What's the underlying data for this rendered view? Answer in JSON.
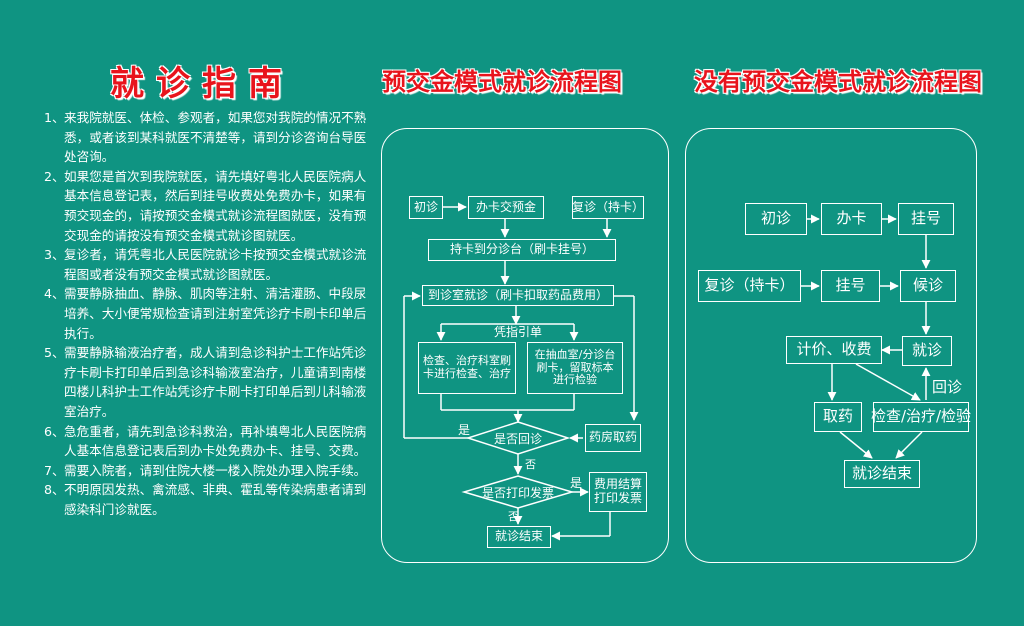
{
  "titles": {
    "guide": "就诊指南",
    "flow_prepaid": "预交金模式就诊流程图",
    "flow_no_prepaid": "没有预交金模式就诊流程图"
  },
  "guide_items": [
    {
      "num": "1、",
      "text": "来我院就医、体检、参观者，如果您对我院的情况不熟悉，或者该到某科就医不清楚等，请到分诊咨询台导医处咨询。"
    },
    {
      "num": "2、",
      "text": "如果您是首次到我院就医，请先填好粤北人民医院病人基本信息登记表，然后到挂号收费处免费办卡，如果有预交现金的，请按预交金模式就诊流程图就医，没有预交现金的请按没有预交金模式就诊图就医。"
    },
    {
      "num": "3、",
      "text": "复诊者，请凭粤北人民医院就诊卡按预交金模式就诊流程图或者没有预交金模式就诊图就医。"
    },
    {
      "num": "4、",
      "text": "需要静脉抽血、静脉、肌肉等注射、清洁灌肠、中段尿培养、大小便常规检查请到注射室凭诊疗卡刷卡印单后执行。"
    },
    {
      "num": "5、",
      "text": "需要静脉输液治疗者，成人请到急诊科护士工作站凭诊疗卡刷卡打印单后到急诊科输液室治疗，儿童请到南楼四楼儿科护士工作站凭诊疗卡刷卡打印单后到儿科输液室治疗。"
    },
    {
      "num": "6、",
      "text": "急危重者，请先到急诊科救治，再补填粤北人民医院病人基本信息登记表后到办卡处免费办卡、挂号、交费。"
    },
    {
      "num": "7、",
      "text": "需要入院者，请到住院大楼一楼入院处办理入院手续。"
    },
    {
      "num": "8、",
      "text": "不明原因发热、禽流感、非典、霍乱等传染病患者请到感染科门诊就医。"
    }
  ],
  "flow_prepaid": {
    "first_visit": "初诊",
    "prepay": "办卡交预金",
    "revisit": "复诊（持卡）",
    "triage": "持卡到分诊台（刷卡挂号）",
    "consult": "到诊室就诊（刷卡扣取药品费用）",
    "by_slip": "凭指引单",
    "exam": "检查、治疗科室刷卡进行检查、治疗",
    "lab": "在抽血室/分诊台刷卡，留取标本进行检验",
    "pharmacy": "药房取药",
    "revisit_q": "是否回诊",
    "yes1": "是",
    "no1": "否",
    "invoice_q": "是否打印发票",
    "yes2": "是",
    "no2": "否",
    "settle": "费用结算打印发票",
    "end": "就诊结束"
  },
  "flow_no_prepaid": {
    "first_visit": "初诊",
    "card": "办卡",
    "register1": "挂号",
    "revisit": "复诊（持卡）",
    "register2": "挂号",
    "wait": "候诊",
    "pricing": "计价、收费",
    "consult": "就诊",
    "return": "回诊",
    "medicine": "取药",
    "exam": "检查/治疗/检验",
    "end": "就诊结束"
  },
  "colors": {
    "background": "#0f9482",
    "title_red": "#e8141c",
    "line": "#ffffff"
  }
}
